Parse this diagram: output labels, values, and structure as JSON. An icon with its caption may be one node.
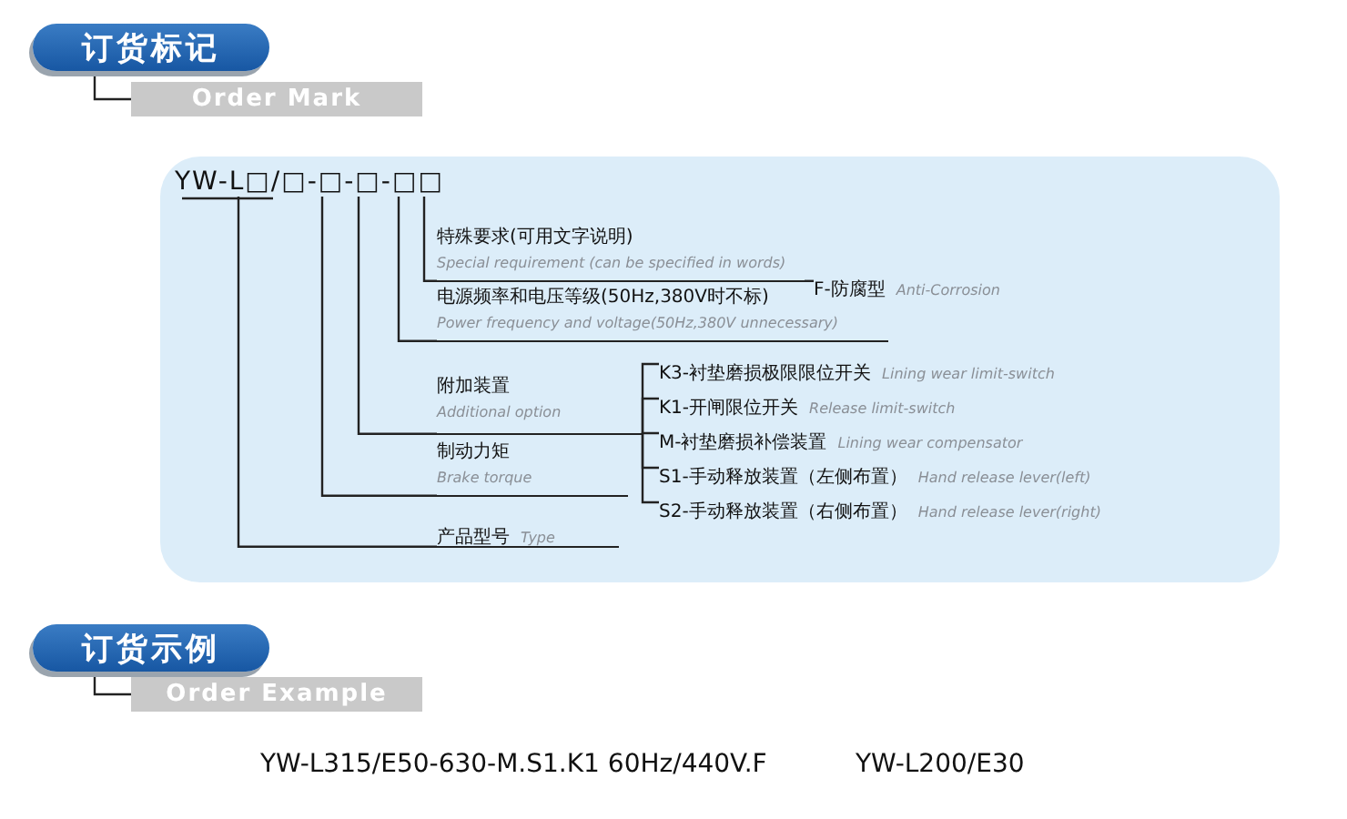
{
  "diagram": {
    "nodes": [
      {
        "text": [
          "订货标记"
        ]
      },
      {
        "text": [
          "Order Mark"
        ]
      },
      {
        "text": [],
        "shape": "box"
      },
      {
        "text": [
          "YW-L□/□-□-□-□□"
        ],
        "in": 2
      },
      {
        "text": [
          "特殊要求(可用文字说明)",
          "Special requirement (can be specified in words)"
        ],
        "in": 2
      },
      {
        "text": [
          "F-防腐型",
          "Anti-Corrosion"
        ],
        "in": 2
      },
      {
        "text": [
          "电源频率和电压等级(50Hz,380V时不标)",
          "Power frequency and voltage(50Hz,380V unnecessary)"
        ],
        "in": 2
      },
      {
        "text": [
          "附加装置",
          "Additional option"
        ],
        "in": 2
      },
      {
        "text": [
          "K3-衬垫磨损极限限位开关",
          "Lining wear limit-switch"
        ],
        "in": 2
      },
      {
        "text": [
          "K1-开闸限位开关",
          "Release limit-switch"
        ],
        "in": 2
      },
      {
        "text": [
          "M-衬垫磨损补偿装置",
          "Lining wear compensator"
        ],
        "in": 2
      },
      {
        "text": [
          "S1-手动释放装置（左侧布置）",
          "Hand release lever(left)"
        ],
        "in": 2
      },
      {
        "text": [
          "S2-手动释放装置（右侧布置）",
          "Hand release lever(right)"
        ],
        "in": 2
      },
      {
        "text": [
          "制动力矩",
          "Brake torque"
        ],
        "in": 2
      },
      {
        "text": [
          "产品型号",
          "Type"
        ],
        "in": 2
      },
      {
        "text": [
          "订货示例"
        ]
      },
      {
        "text": [
          "Order Example"
        ]
      }
    ],
    "edges": [
      {
        "from": 0,
        "to": 1,
        "arrow": "none"
      },
      {
        "from": 3,
        "to": 4,
        "arrow": "none"
      },
      {
        "from": 4,
        "to": 5,
        "arrow": "none"
      },
      {
        "from": 3,
        "to": 6,
        "arrow": "none"
      },
      {
        "from": 3,
        "to": 7,
        "arrow": "none"
      },
      {
        "from": 7,
        "to": 8,
        "arrow": "none"
      },
      {
        "from": 7,
        "to": 9,
        "arrow": "none"
      },
      {
        "from": 7,
        "to": 10,
        "arrow": "none"
      },
      {
        "from": 7,
        "to": 11,
        "arrow": "none"
      },
      {
        "from": 7,
        "to": 12,
        "arrow": "none"
      },
      {
        "from": 3,
        "to": 13,
        "arrow": "none"
      },
      {
        "from": 3,
        "to": 14,
        "arrow": "none"
      },
      {
        "from": 15,
        "to": 16,
        "arrow": "none"
      }
    ],
    "labels": [
      "YW-L315/E50-630-M.S1.K1 60Hz/440V.F",
      "YW-L200/E30"
    ]
  }
}
